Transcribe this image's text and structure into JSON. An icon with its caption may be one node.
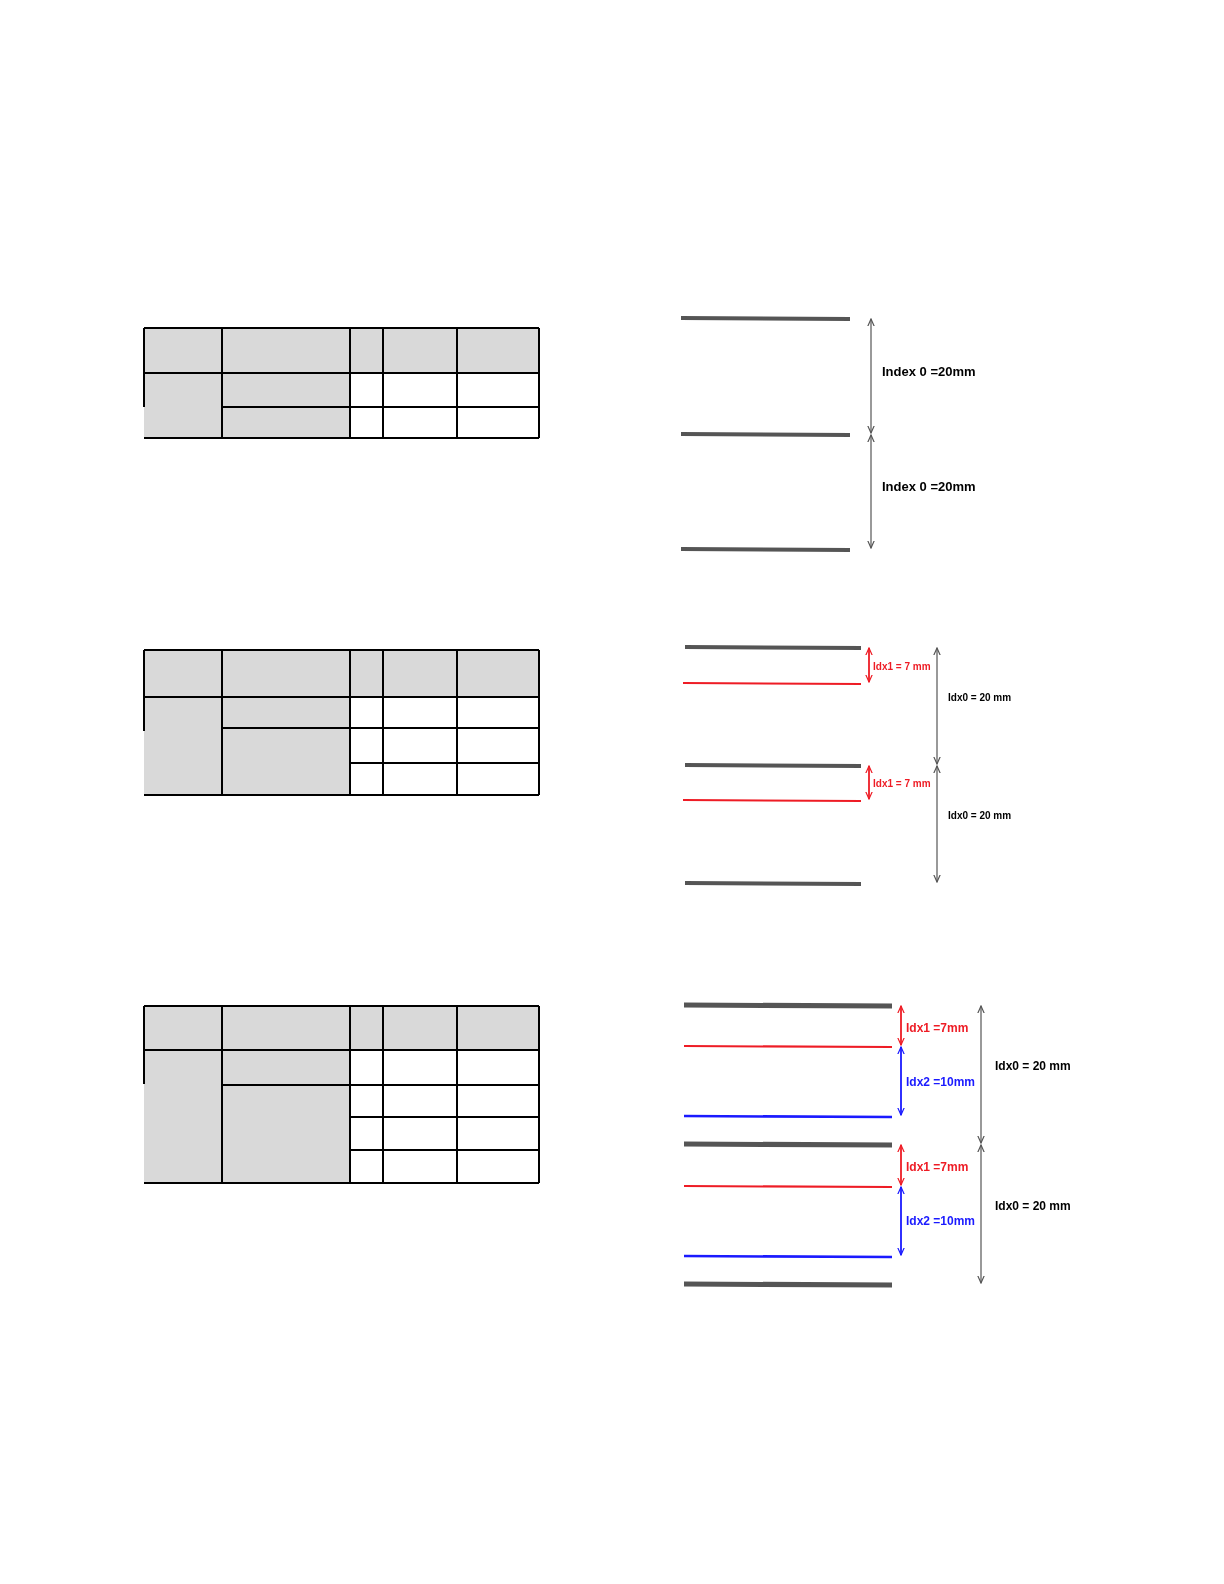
{
  "diagram": {
    "labels": [
      "Index 0 =20mm",
      "Index 0 =20mm",
      "Idx1 = 7 mm",
      "Idx0 = 20 mm",
      "Idx1 = 7 mm",
      "Idx0 = 20 mm",
      "Idx1 =7mm",
      "Idx0 = 20 mm",
      "Idx2 =10mm",
      "Idx1 =7mm",
      "Idx0 = 20 mm",
      "Idx2 =10mm"
    ]
  }
}
